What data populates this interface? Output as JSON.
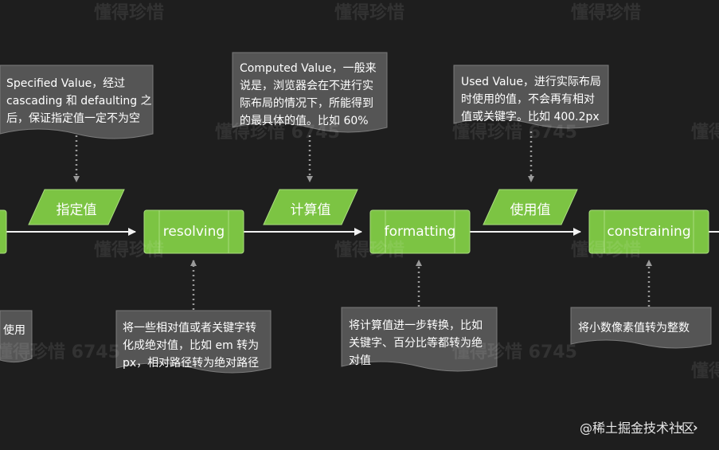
{
  "colors": {
    "background": "#1e1e1e",
    "note_fill": "#555555",
    "note_border": "#7a7a7a",
    "step_fill": "#7cc443",
    "step_border": "#a9dd7e",
    "flow_line": "#f2f2f2",
    "connector": "#9a9a9a"
  },
  "notes_top": [
    {
      "lines": [
        "Specified Value，经过",
        "cascading 和 defaulting 之",
        "后，保证指定值一定不为空"
      ]
    },
    {
      "lines": [
        "Computed Value，一般来",
        "说是，浏览器会在不进行实",
        "际布局的情况下，所能得到",
        "的最具体的值。比如 60%"
      ]
    },
    {
      "lines": [
        "Used Value，进行实际布局",
        "时使用的值，不会再有相对",
        "值或关键字。比如 400.2px"
      ]
    }
  ],
  "values": [
    {
      "label": "指定值"
    },
    {
      "label": "计算值"
    },
    {
      "label": "使用值"
    }
  ],
  "steps": [
    {
      "label": "resolving"
    },
    {
      "label": "formatting"
    },
    {
      "label": "constraining"
    }
  ],
  "notes_bottom": [
    {
      "lines": [
        "使用"
      ]
    },
    {
      "lines": [
        "将一些相对值或者关键字转",
        "化成绝对值，比如 em 转为",
        "px，相对路径转为绝对路径"
      ]
    },
    {
      "lines": [
        "将计算值进一步转换，比如",
        "关键字、百分比等都转为绝",
        "对值"
      ]
    },
    {
      "lines": [
        "将小数像素值转为整数"
      ]
    }
  ],
  "watermark": {
    "full": "懂得珍惜 6745",
    "short": "懂得珍惜"
  },
  "footer": {
    "label": "@稀土掘金技术社区"
  },
  "nav_icons": [
    "chevron-left-icon",
    "chevron-right-icon"
  ]
}
